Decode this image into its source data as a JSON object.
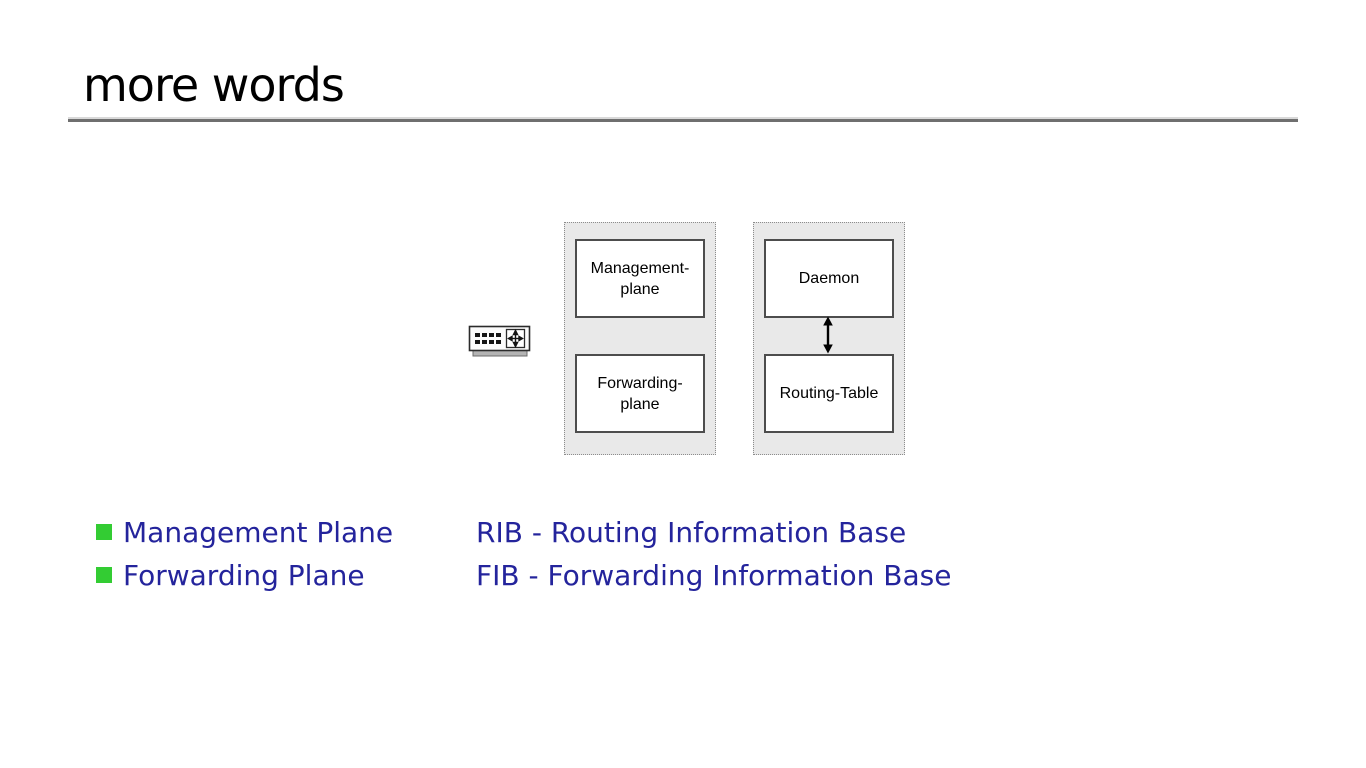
{
  "slide_title": "more words",
  "colors": {
    "title_text": "#000000",
    "rule_light": "#d9d9d9",
    "rule_dark": "#6f6f6f",
    "bullet_green": "#33cc33",
    "body_text_blue": "#24249c",
    "panel_fill": "#e9e9e9",
    "panel_dotted_border": "#8c8c8c",
    "node_box_border": "#4d4d4d"
  },
  "diagram": {
    "device_icon": "network-switch-icon",
    "connector_icon": "double-headed-arrow-icon",
    "left_panel": {
      "boxes": [
        {
          "label": "Management-\nplane"
        },
        {
          "label": "Forwarding-\nplane"
        }
      ]
    },
    "right_panel": {
      "boxes": [
        {
          "label": "Daemon"
        },
        {
          "label": "Routing-Table"
        }
      ]
    }
  },
  "bullets": {
    "items": [
      {
        "label": "Management Plane",
        "definition": "RIB - Routing Information Base"
      },
      {
        "label": "Forwarding Plane",
        "definition": "FIB - Forwarding Information Base"
      }
    ]
  }
}
